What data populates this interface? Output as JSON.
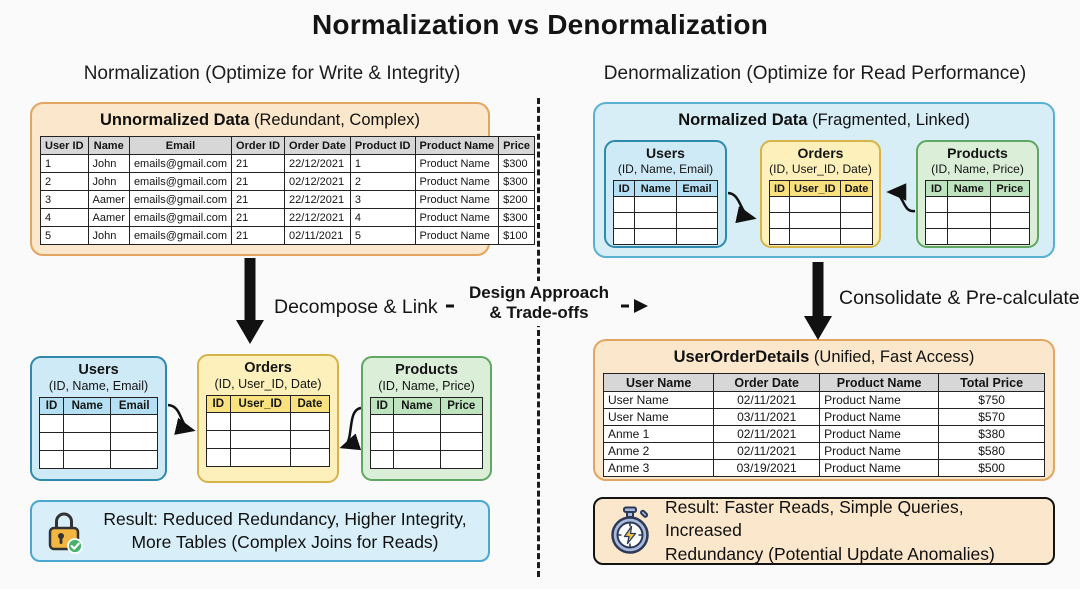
{
  "title": "Normalization vs Denormalization",
  "left_heading": "Normalization (Optimize for Write & Integrity)",
  "right_heading": "Denormalization (Optimize for Read Performance)",
  "unnormalized": {
    "title_bold": "Unnormalized Data",
    "title_rest": " (Redundant, Complex)",
    "table": {
      "headers": [
        "User ID",
        "Name",
        "Email",
        "Order ID",
        "Order Date",
        "Product ID",
        "Product Name",
        "Price"
      ],
      "rows": [
        [
          "1",
          "John",
          "emails@gmail.com",
          "21",
          "22/12/2021",
          "1",
          "Product Name",
          "$300"
        ],
        [
          "2",
          "John",
          "emails@gmail.com",
          "21",
          "02/12/2021",
          "2",
          "Product Name",
          "$300"
        ],
        [
          "3",
          "Aamer",
          "emails@gmail.com",
          "21",
          "22/12/2021",
          "3",
          "Product Name",
          "$200"
        ],
        [
          "4",
          "Aamer",
          "emails@gmail.com",
          "21",
          "22/12/2021",
          "4",
          "Product Name",
          "$300"
        ],
        [
          "5",
          "John",
          "emails@gmail.com",
          "21",
          "02/11/2021",
          "5",
          "Product Name",
          "$100"
        ]
      ]
    }
  },
  "normalized": {
    "title_bold": "Normalized Data",
    "title_rest": " (Fragmented, Linked)"
  },
  "entities": {
    "users": {
      "name": "Users",
      "fields": "(ID, Name, Email)",
      "table": {
        "headers": [
          "ID",
          "Name",
          "Email"
        ],
        "rows": [
          [
            "",
            "",
            ""
          ],
          [
            "",
            "",
            ""
          ],
          [
            "",
            "",
            ""
          ]
        ]
      }
    },
    "orders": {
      "name": "Orders",
      "fields": "(ID, User_ID, Date)",
      "table": {
        "headers": [
          "ID",
          "User_ID",
          "Date"
        ],
        "rows": [
          [
            "",
            "",
            ""
          ],
          [
            "",
            "",
            ""
          ],
          [
            "",
            "",
            ""
          ]
        ]
      }
    },
    "products": {
      "name": "Products",
      "fields": "(ID, Name, Price)",
      "table": {
        "headers": [
          "ID",
          "Name",
          "Price"
        ],
        "rows": [
          [
            "",
            "",
            ""
          ],
          [
            "",
            "",
            ""
          ],
          [
            "",
            "",
            ""
          ]
        ]
      }
    }
  },
  "labels": {
    "decompose": "Decompose & Link",
    "consolidate": "Consolidate & Pre-calculate",
    "center_line1": "Design Approach",
    "center_line2": "& Trade-offs"
  },
  "denormalized_table": {
    "title_bold": "UserOrderDetails",
    "title_rest": " (Unified, Fast Access)",
    "table": {
      "headers": [
        "User Name",
        "Order Date",
        "Product Name",
        "Total Price"
      ],
      "rows": [
        [
          "User Name",
          "02/11/2021",
          "Product Name",
          "$750"
        ],
        [
          "User Name",
          "03/11/2021",
          "Product Name",
          "$570"
        ],
        [
          "Anme 1",
          "02/11/2021",
          "Product Name",
          "$380"
        ],
        [
          "Anme 2",
          "02/11/2021",
          "Product Name",
          "$580"
        ],
        [
          "Anme 3",
          "03/19/2021",
          "Product Name",
          "$500"
        ]
      ]
    }
  },
  "results": {
    "left": {
      "icon": "lock-check-icon",
      "line1": "Result: Reduced Redundancy, Higher Integrity,",
      "line2": "More Tables (Complex Joins for Reads)"
    },
    "right": {
      "icon": "stopwatch-icon",
      "line1": "Result: Faster Reads, Simple Queries, Increased",
      "line2": "Redundancy (Potential Update Anomalies)"
    }
  },
  "colors": {
    "peach_bg": "#fbe7cb",
    "peach_border": "#e2a562",
    "blue_bg": "#d7eef7",
    "blue_border": "#58b1d3",
    "entity_blue_bg": "#cfeaf7",
    "entity_blue_border": "#2f89ad",
    "entity_blue_header": "#b5dff2",
    "entity_yellow_bg": "#fdf0ba",
    "entity_yellow_border": "#d6b44a",
    "entity_yellow_header": "#f8e17e",
    "entity_green_bg": "#daeed8",
    "entity_green_border": "#5fa763",
    "entity_green_header": "#bee4bf",
    "table_header_grey": "#d7d7d7",
    "arrow_black": "#111111",
    "lock_body": "#f3b640",
    "check_green": "#44b26b",
    "stopwatch_bezel": "#aab9de",
    "stopwatch_outline": "#2c3a57",
    "bolt_yellow": "#f6c445"
  }
}
